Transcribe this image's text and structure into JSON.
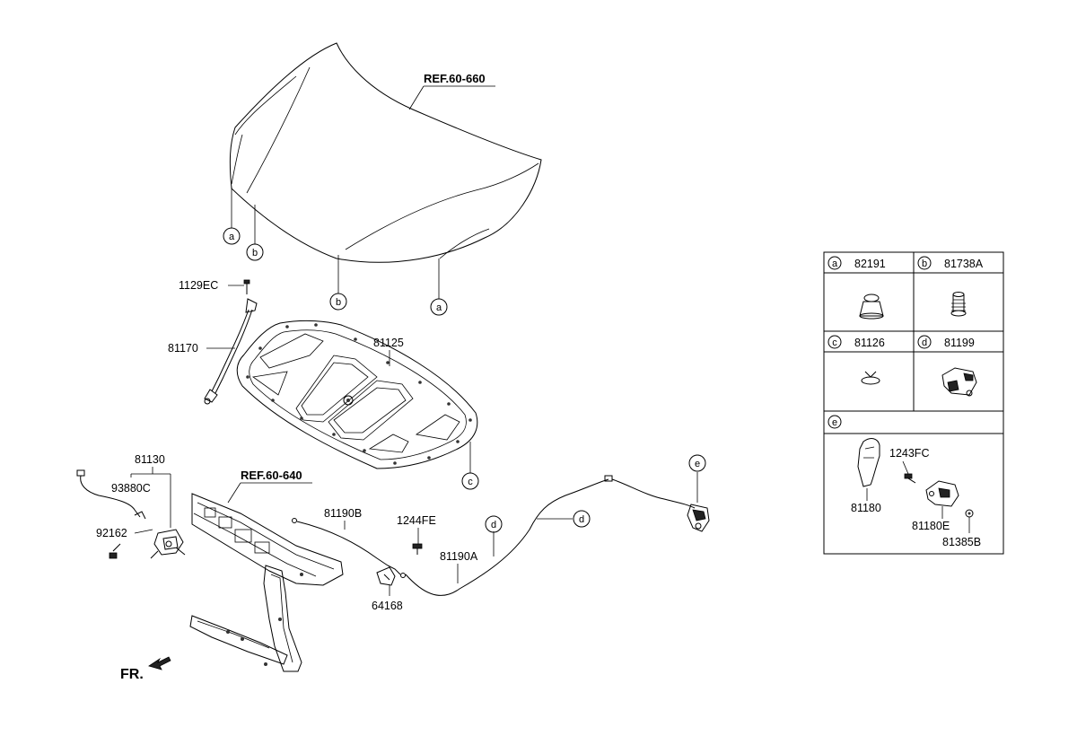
{
  "refs": {
    "hood": "REF.60-660",
    "carrier": "REF.60-640"
  },
  "front_label": "FR.",
  "part_numbers": {
    "p1129EC": "1129EC",
    "p81170": "81170",
    "p81125": "81125",
    "p81130": "81130",
    "p93880C": "93880C",
    "p92162": "92162",
    "p81190B": "81190B",
    "p1244FE": "1244FE",
    "p81190A": "81190A",
    "p64168": "64168"
  },
  "callouts": {
    "a": "a",
    "b": "b",
    "c": "c",
    "d": "d",
    "e": "e"
  },
  "legend": {
    "a": {
      "letter": "a",
      "part": "82191"
    },
    "b": {
      "letter": "b",
      "part": "81738A"
    },
    "c": {
      "letter": "c",
      "part": "81126"
    },
    "d": {
      "letter": "d",
      "part": "81199"
    },
    "e": {
      "letter": "e",
      "parts": [
        "1243FC",
        "81180",
        "81180E",
        "81385B"
      ]
    }
  }
}
